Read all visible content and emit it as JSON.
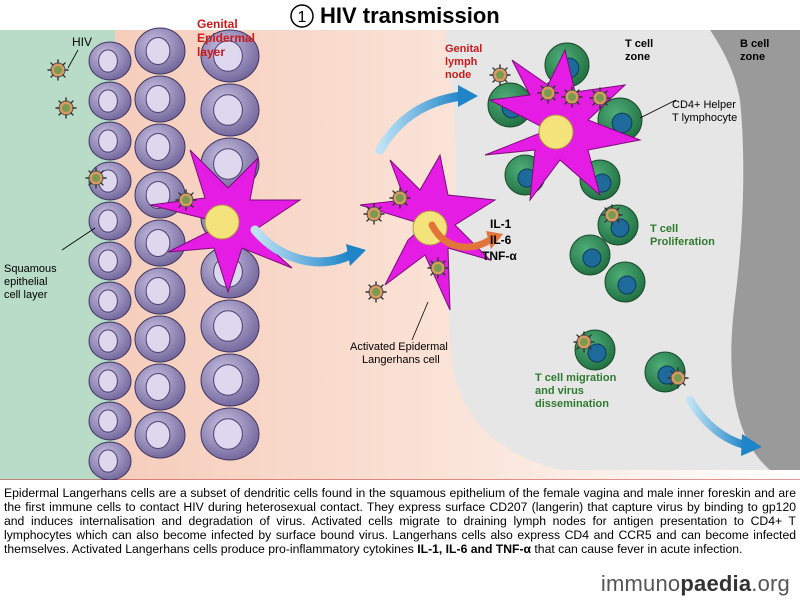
{
  "title": {
    "number": "1",
    "text": "HIV transmission"
  },
  "labels": {
    "hiv": "HIV",
    "genital_epidermal_1": "Genital",
    "genital_epidermal_2": "Epidermal",
    "genital_epidermal_3": "layer",
    "genital_lymph_1": "Genital",
    "genital_lymph_2": "lymph",
    "genital_lymph_3": "node",
    "t_cell_zone_1": "T cell",
    "t_cell_zone_2": "zone",
    "b_cell_zone_1": "B cell",
    "b_cell_zone_2": "zone",
    "cd4_1": "CD4+ Helper",
    "cd4_2": "T lymphocyte",
    "squamous_1": "Squamous",
    "squamous_2": "epithelial",
    "squamous_3": "cell layer",
    "il1": "IL-1",
    "il6": "IL-6",
    "tnf": "TNF-α",
    "activated_1": "Activated Epidermal",
    "activated_2": "Langerhans cell",
    "proliferation_1": "T cell",
    "proliferation_2": "Proliferation",
    "migration_1": "T cell migration",
    "migration_2": "and virus",
    "migration_3": "dissemination"
  },
  "caption": {
    "part1": "Epidermal Langerhans cells are a subset of dendritic cells found in the squamous epithelium of the female vagina and male inner foreskin and are the first immune cells to contact HIV during heterosexual contact. They express surface CD207 (langerin) that capture virus by binding to gp120 and induces internalisation and degradation of virus. Activated cells migrate to draining lymph nodes for antigen presentation to CD4+ T lymphocytes which can also become infected by surface bound virus. Langerhans cells also express CD4 and CCR5 and can become infected themselves. Activated Langerhans cells produce pro-inflammatory cytokines ",
    "bold": "IL-1, IL-6 and TNF-α",
    "part2": " that can cause fever in acute infection."
  },
  "logo": {
    "part1": "immuno",
    "part2": "paedia",
    "part3": ".org"
  },
  "colors": {
    "epithelium_bg": "#b8dcc8",
    "langerhans": "#e51ce3",
    "nucleus_yellow": "#f4e27a",
    "t_cell_green": "#2f8a55",
    "t_cell_nucleus": "#1e6a9a",
    "epithelial_cell": "#8f84b8",
    "arrow_blue": "#2e8fcf",
    "arrow_orange": "#e2763a",
    "red_label": "#cc1a1a",
    "green_label": "#2e7a2e"
  }
}
